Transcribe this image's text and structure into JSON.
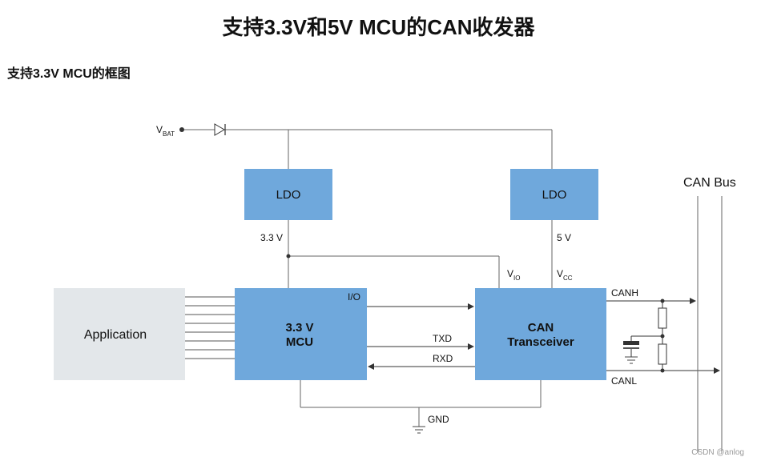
{
  "title": "支持3.3V和5V MCU的CAN收发器",
  "subtitle": "支持3.3V MCU的框图",
  "diagram": {
    "vbat": {
      "main": "V",
      "sub": "BAT"
    },
    "ldo_left": "LDO",
    "ldo_right": "LDO",
    "v33": "3.3 V",
    "v5": "5 V",
    "vio": {
      "main": "V",
      "sub": "IO"
    },
    "vcc": {
      "main": "V",
      "sub": "CC"
    },
    "application": "Application",
    "mcu_line1": "3.3 V",
    "mcu_line2": "MCU",
    "io": "I/O",
    "txd": "TXD",
    "rxd": "RXD",
    "can_line1": "CAN",
    "can_line2": "Transceiver",
    "canh": "CANH",
    "canl": "CANL",
    "can_bus": "CAN Bus",
    "gnd": "GND"
  },
  "colors": {
    "box_blue": "#6fa8dc",
    "app_gray": "#e3e7ea",
    "line": "#555555"
  },
  "watermark": "CSDN @anlog"
}
